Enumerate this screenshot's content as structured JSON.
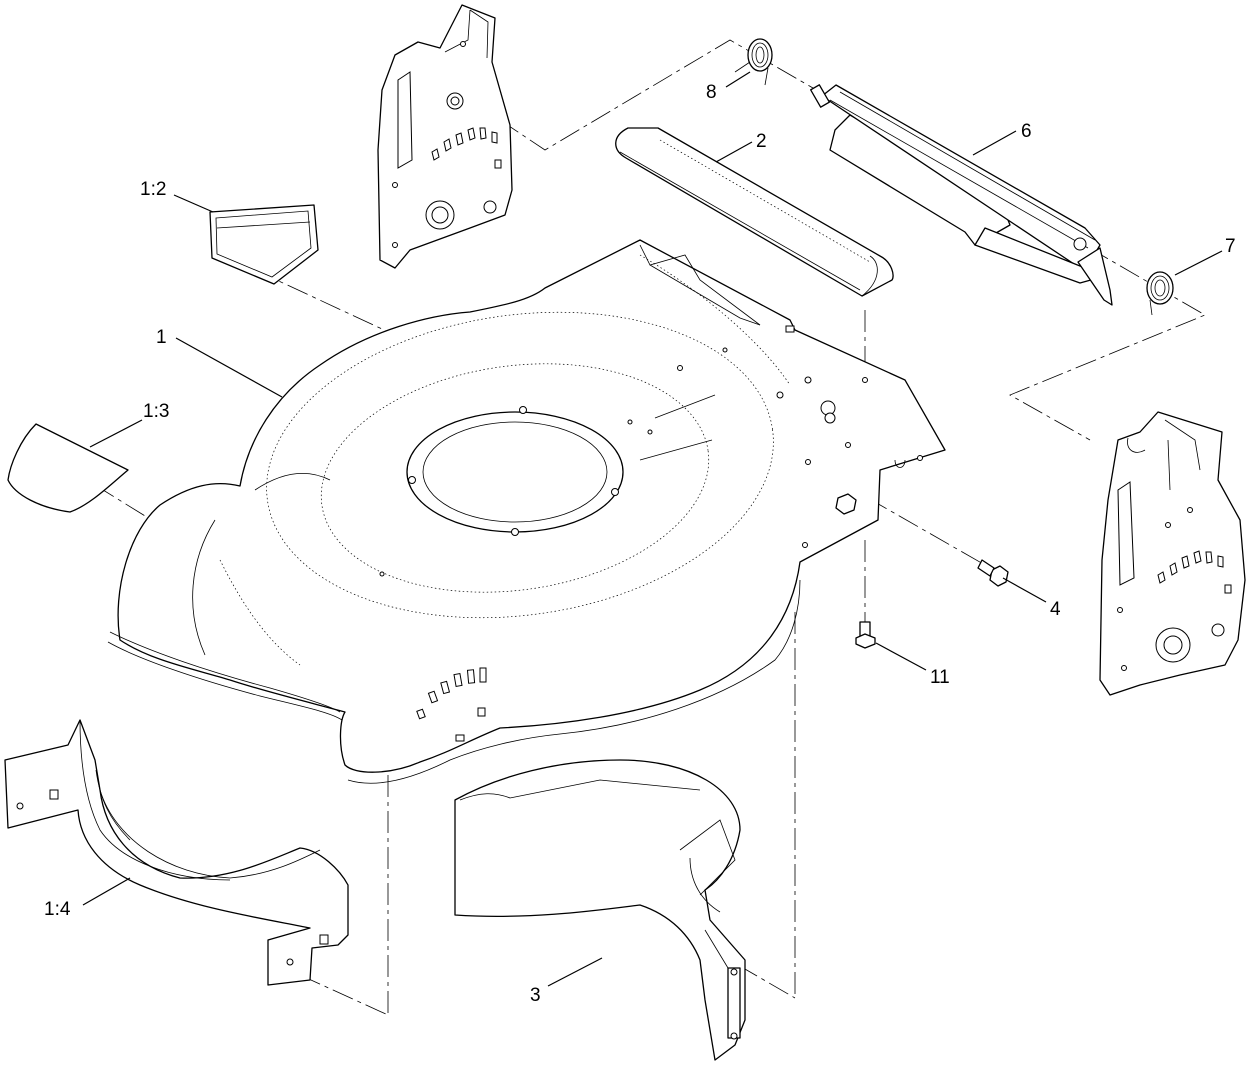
{
  "callouts": {
    "c1": "1",
    "c1_2": "1:2",
    "c1_3": "1:3",
    "c1_4": "1:4",
    "c2": "2",
    "c3": "3",
    "c4": "4",
    "c6": "6",
    "c7": "7",
    "c8": "8",
    "c11": "11"
  },
  "colors": {
    "line": "#000000",
    "background": "#ffffff"
  }
}
